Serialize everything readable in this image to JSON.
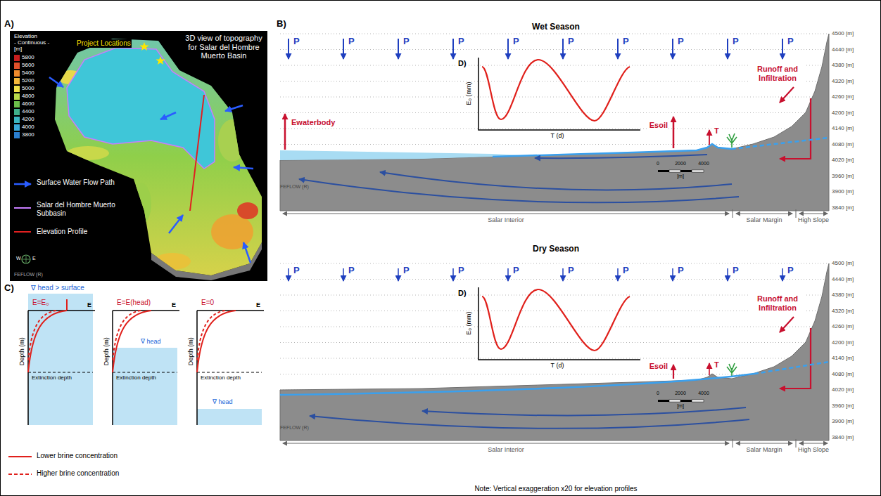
{
  "diagram": {
    "nodes": [
      {
        "text": [
          "3D view of topography for Salar del Hombre Muerto Basin"
        ]
      },
      {
        "text": [
          "Wet Season"
        ]
      },
      {
        "text": [
          "Dry Season"
        ]
      }
    ],
    "labels": [
      "A)",
      "Elevation",
      "- Continuous -",
      "[m]",
      "Project Locations",
      "FEFLOW (R)",
      "W",
      "E",
      "B)",
      "P",
      "P",
      "P",
      "P",
      "P",
      "P",
      "P",
      "P",
      "P",
      "P",
      "Ewaterbody",
      "Esoil",
      "T",
      "Runoff and Infiltration",
      "D)",
      "E₀ (mm)",
      "T (d)",
      "4500 [m]",
      "4440 [m]",
      "4380 [m]",
      "4320 [m]",
      "4260 [m]",
      "4200 [m]",
      "4140 [m]",
      "4080 [m]",
      "4020 [m]",
      "3960 [m]",
      "3900 [m]",
      "3840 [m]",
      "0",
      "2000",
      "4000",
      "[m]",
      "FEFLOW (R)",
      "Salar Interior",
      "Salar Margin",
      "High Slope",
      "P",
      "P",
      "P",
      "P",
      "P",
      "P",
      "P",
      "P",
      "P",
      "P",
      "Esoil",
      "T",
      "Runoff and Infiltration",
      "D)",
      "E₀ (mm)",
      "T (d)",
      "4500 [m]",
      "4440 [m]",
      "4380 [m]",
      "4320 [m]",
      "4260 [m]",
      "4200 [m]",
      "4140 [m]",
      "4080 [m]",
      "4020 [m]",
      "3960 [m]",
      "3900 [m]",
      "3840 [m]",
      "0",
      "2000",
      "4000",
      "[m]",
      "FEFLOW (R)",
      "Salar Interior",
      "Salar Margin",
      "High Slope",
      "Note: Vertical exaggeration x20 for elevation profiles",
      "C)",
      "∇ head > surface",
      "E=E₀",
      "E",
      "Depth (m)",
      "Extinction depth",
      "E=E(head)",
      "E",
      "Depth (m)",
      "∇ head",
      "Extinction depth",
      "E=0",
      "E",
      "Depth (m)",
      "Extinction depth",
      "∇ head"
    ],
    "legend": [
      {
        "text": "5800",
        "color": "#c81e1e"
      },
      {
        "text": "5600",
        "color": "#e0502a"
      },
      {
        "text": "5400",
        "color": "#f08a2c"
      },
      {
        "text": "5200",
        "color": "#f5b83a"
      },
      {
        "text": "5000",
        "color": "#f0e04a"
      },
      {
        "text": "4800",
        "color": "#b8d94a"
      },
      {
        "text": "4600",
        "color": "#6cc04a"
      },
      {
        "text": "4400",
        "color": "#3fb08a"
      },
      {
        "text": "4200",
        "color": "#3ab5c0"
      },
      {
        "text": "4000",
        "color": "#38a8d8"
      },
      {
        "text": "3800",
        "color": "#2a7fd0"
      },
      {
        "text": "Surface Water Flow Path"
      },
      {
        "text": "Salar del Hombre Muerto Subbasin"
      },
      {
        "text": "Elevation Profile"
      },
      {
        "text": "Lower brine concentration"
      },
      {
        "text": "Higher brine concentration"
      }
    ]
  }
}
